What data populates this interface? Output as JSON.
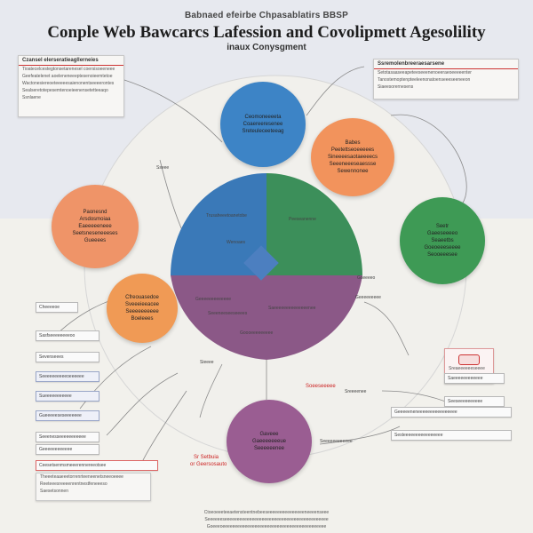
{
  "header": {
    "supertitle": "Babnaed efeirbe Chpasablatirs BBSP",
    "title": "Conple Web Bawcarcs Lafession and Covolipmett Agesolility",
    "subtitle": "inaux Conysgment"
  },
  "panels": {
    "top_left": {
      "head": "Czansel elerseratieagllerneies",
      "lines": [
        "Tioatecelcestegtonsetarenesel coersisoeeneee",
        "Geefeatelenet aoeleneneeeptesenoieemtetoe",
        "Wactonesiereoeteeeeesaienonentseeeerontes",
        "Sealseretotepesemtenoeieenensetetteeaqo",
        "Ssnlaene"
      ]
    },
    "top_right": {
      "head": "Ssremolenbreeraesarsene",
      "lines": [
        "Setotasaaseeapeteeseeenenoeeraeoeeeeenter",
        "Tanostemoptenpteeleenonatoenseeeseeneeon",
        "Siaeesorernesens"
      ]
    },
    "bottom_left": {
      "lines": [
        "Theeeteaaeeetorrenrteeneenetsneeoeeee",
        "Reeteeesreeeenrentnestfeneeeso",
        "Saesetsonnen"
      ]
    }
  },
  "circles": {
    "top_blue": [
      "Ceomoneeeeta",
      "Coaereeresenee",
      "Sreteuleceeteeag"
    ],
    "orange_right": [
      "Babes",
      "Peetettseoeeeees",
      "Sineeeesaotaeeeecs",
      "Seeeneeeseaessse",
      "Sewennonee"
    ],
    "orange_left": [
      "Paonesnd",
      "Arsdosmoiaa",
      "Eaeeeeeneee",
      "Seetsneseneeeses",
      "Gueeees"
    ],
    "orange_left_lower": [
      "Cfreouasedoe",
      "Sveeeieeacee",
      "Seeeeeeeeee",
      "Boeleees"
    ],
    "green_right": [
      "Seetr",
      "Gaeeseeeeo",
      "Seaeetbs",
      "Goeoeeeseeee",
      "Seooeeesee"
    ],
    "purple_bottom": [
      "Gaveee",
      "Gaeeeeeeeue",
      "Seeeeeenee"
    ]
  },
  "pie": {
    "blue": [
      "Trusaheeetoanetobe",
      "Wenoaes"
    ],
    "green": [
      "Peeseanenne"
    ],
    "purple": [
      "Geeeeeeeeeeeee",
      "Seeeneeseeseeees",
      "Goooeeeeeeeee"
    ],
    "purple_right": [
      "Saeeeeeeeeeeeeeenee"
    ]
  },
  "left_boxes": [
    "Cheeeeoe",
    "Sasfseeeeeeeeoo",
    "Sevenseees",
    "Seeeeeeeeeeoeeeeee",
    "Sueeeeeeeeeee",
    "Gueeeeeseseeeeeee",
    "Seeenesseeeeeeeeeee",
    "Geeeeeeeeeeee"
  ],
  "left_red_box": "Ceesetsenmsmeeerennereeotsee",
  "right_boxes": [
    "Sreaeeeeeeseeee",
    "Saeeeeeeeeeeee",
    "Seeseeeeeeeeee",
    "Geeeeeneneeeeeeeeeeeeeeee",
    "Sesteeeeeeeeeeeeeeee"
  ],
  "labels": {
    "red_mid": "Soeeseeeee",
    "red_left": "Sr Setbuia",
    "red_left2": "or Geersosauto",
    "small": [
      "Sseee",
      "Gseeeeo",
      "Geeeeeeeee",
      "Sieeee",
      "Sreeeenee",
      "Seeeeeeeeeeee"
    ]
  },
  "footer": [
    "Ctoeoeeeteeaetensteentnebeeseeeeeeeeeeeeeeeneeeenseee",
    "Seeeeeeseeeeeeeeeeeeeeeeeeeeeeeeeeeeeeeeeeeeeeeeee",
    "Goeeeoeeeeeeeeeeeeeeeeeeeeeeeeeeeeeeeeeeeeeeeeee"
  ]
}
